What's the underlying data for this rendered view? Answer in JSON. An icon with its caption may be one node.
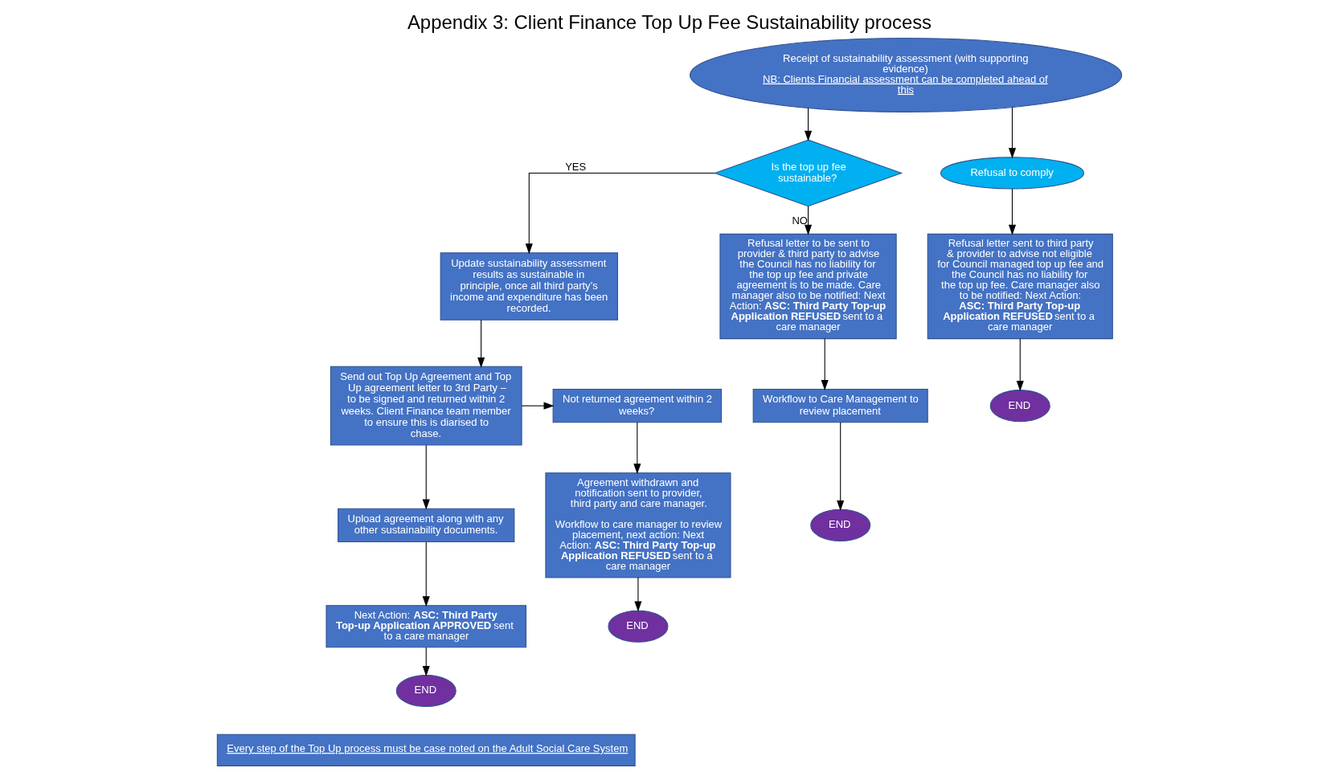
{
  "diagram": {
    "title": "Appendix 3: Client Finance Top Up Fee Sustainability process",
    "nodes": [
      {
        "text": [
          "Receipt of sustainability assessment (with supporting evidence)",
          "NB: Clients Financial assessment can be completed ahead of this"
        ]
      },
      {
        "text": [
          "Is the top up fee sustainable?"
        ]
      },
      {
        "text": [
          "Refusal to comply"
        ]
      },
      {
        "text": [
          "Update sustainability assessment results as sustainable in principle, once all third party’s income and expenditure has been recorded."
        ]
      },
      {
        "text": [
          "Refusal letter to be sent to provider & third party to advise the Council has no liability for the top up fee and private agreement is to be made. Care manager also to be notified: Next Action: **ASC: Third Party Top-up Application REFUSED** sent to a care manager"
        ]
      },
      {
        "text": [
          "Refusal letter sent to third party & provider to advise not eligible for Council managed top up fee and the Council has no liability for the top up fee. Care manager also to be notified: Next Action: **ASC: Third Party Top-up Application REFUSED** sent to a care manager"
        ]
      },
      {
        "text": [
          "Workflow to Care Management to review placement"
        ]
      },
      {
        "text": [
          "Send out Top Up Agreement and Top Up agreement letter to 3rd Party – to be signed and returned within 2 weeks. Client Finance team member to ensure this is diarised to chase."
        ]
      },
      {
        "text": [
          "Not returned agreement within 2 weeks?"
        ]
      },
      {
        "text": [
          "END"
        ]
      },
      {
        "text": [
          "END"
        ]
      },
      {
        "text": [
          "Upload agreement along with any other sustainability documents."
        ]
      },
      {
        "text": [
          "Agreement withdrawn and notification sent to provider, third party and care manager.",
          "Workflow to care manager to review placement, next action: Next Action: **ASC: Third Party Top-up Application REFUSED** sent to a care manager"
        ]
      },
      {
        "text": [
          "END"
        ]
      },
      {
        "text": [
          "Next Action: **ASC: Third Party Top-up Application APPROVED** sent to a care manager"
        ]
      },
      {
        "text": [
          "END"
        ]
      },
      {
        "text": [
          "Every step of the Top Up process must be case noted on the Adult Social Care System"
        ]
      }
    ],
    "edges": [
      {
        "from": 0,
        "to": 1,
        "arrow": "to"
      },
      {
        "from": 0,
        "to": 2,
        "arrow": "to"
      },
      {
        "from": 1,
        "to": 3,
        "arrow": "to",
        "label": "YES"
      },
      {
        "from": 1,
        "to": 4,
        "arrow": "to",
        "label": "NO"
      },
      {
        "from": 2,
        "to": 5,
        "arrow": "to"
      },
      {
        "from": 4,
        "to": 6,
        "arrow": "to"
      },
      {
        "from": 6,
        "to": 9,
        "arrow": "to"
      },
      {
        "from": 5,
        "to": 10,
        "arrow": "to"
      },
      {
        "from": 3,
        "to": 7,
        "arrow": "to"
      },
      {
        "from": 7,
        "to": 8,
        "arrow": "to"
      },
      {
        "from": 7,
        "to": 11,
        "arrow": "to"
      },
      {
        "from": 8,
        "to": 12,
        "arrow": "to"
      },
      {
        "from": 12,
        "to": 13,
        "arrow": "to"
      },
      {
        "from": 11,
        "to": 14,
        "arrow": "to"
      },
      {
        "from": 14,
        "to": 15,
        "arrow": "to"
      }
    ]
  }
}
